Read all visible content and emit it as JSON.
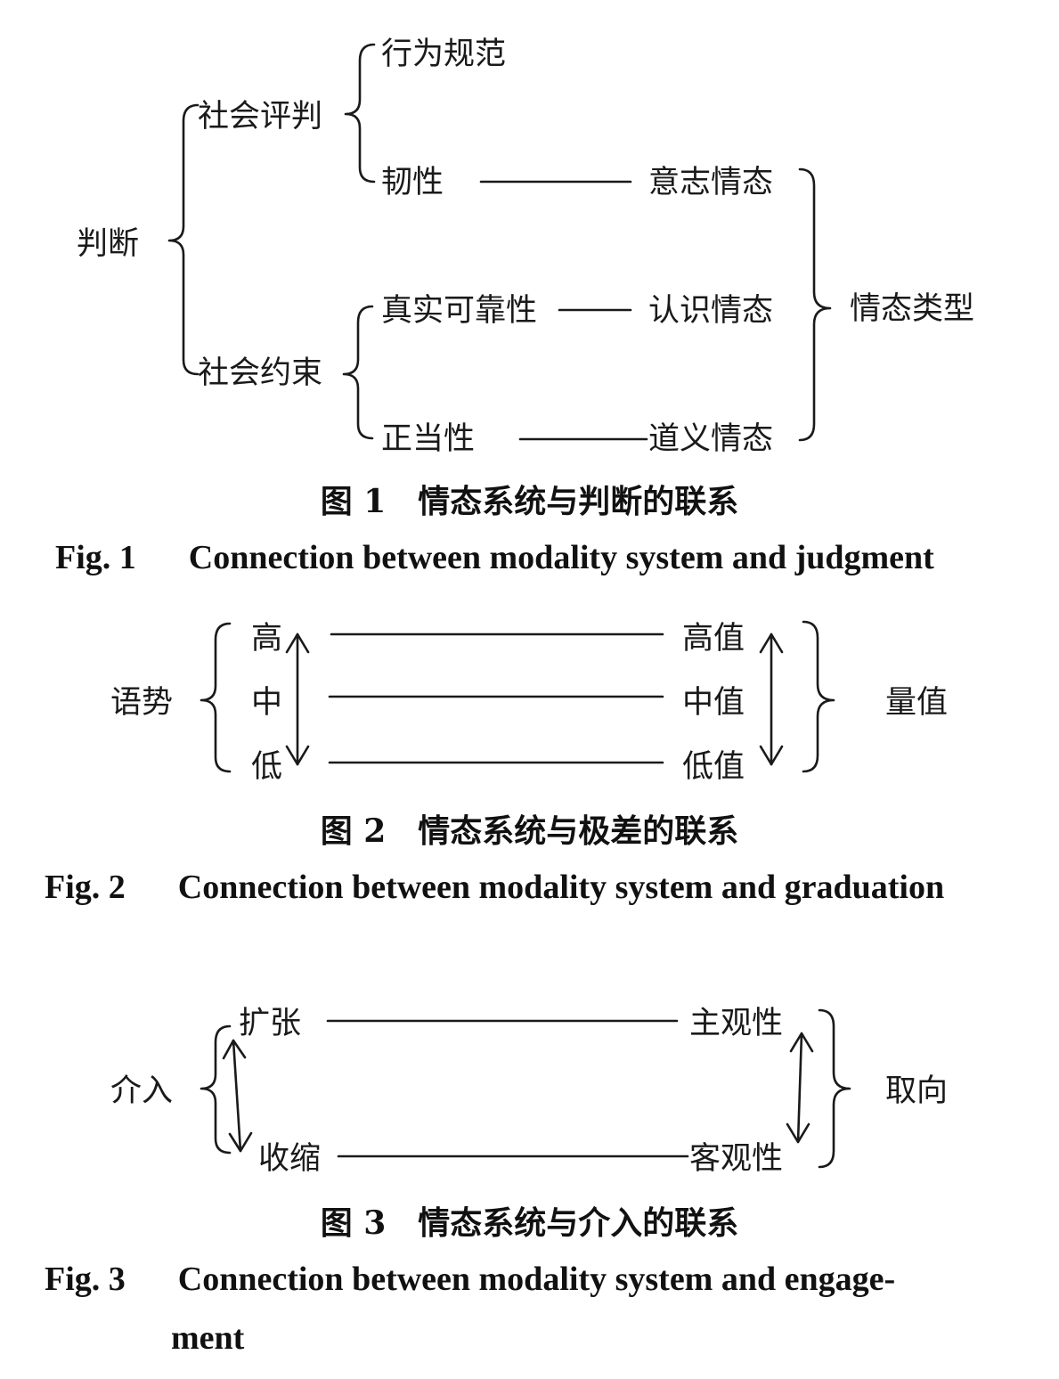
{
  "figures": [
    {
      "id": "fig1",
      "nodes": {
        "judgment": "判断",
        "social_esteem": "社会评判",
        "social_sanction": "社会约束",
        "normality": "行为规范",
        "tenacity": "韧性",
        "veracity": "真实可靠性",
        "propriety": "正当性",
        "volitional": "意志情态",
        "epistemic": "认识情态",
        "deontic": "道义情态",
        "modality_type": "情态类型"
      },
      "caption_cn": "图 1　情态系统与判断的联系",
      "caption_en_num": "Fig. 1",
      "caption_en_text": "Connection between modality system and judgment"
    },
    {
      "id": "fig2",
      "nodes": {
        "graduation": "语势",
        "high": "高",
        "mid": "中",
        "low": "低",
        "high_value": "高值",
        "mid_value": "中值",
        "low_value": "低值",
        "value": "量值"
      },
      "caption_cn": "图 2　情态系统与极差的联系",
      "caption_en_num": "Fig. 2",
      "caption_en_text": "Connection between modality system and graduation"
    },
    {
      "id": "fig3",
      "nodes": {
        "engagement": "介入",
        "expand": "扩张",
        "contract": "收缩",
        "subjective": "主观性",
        "objective": "客观性",
        "orientation": "取向"
      },
      "caption_cn": "图 3　情态系统与介入的联系",
      "caption_en_num": "Fig. 3",
      "caption_en_text_line1": "Connection between modality system and engage-",
      "caption_en_text_line2": "ment"
    }
  ]
}
